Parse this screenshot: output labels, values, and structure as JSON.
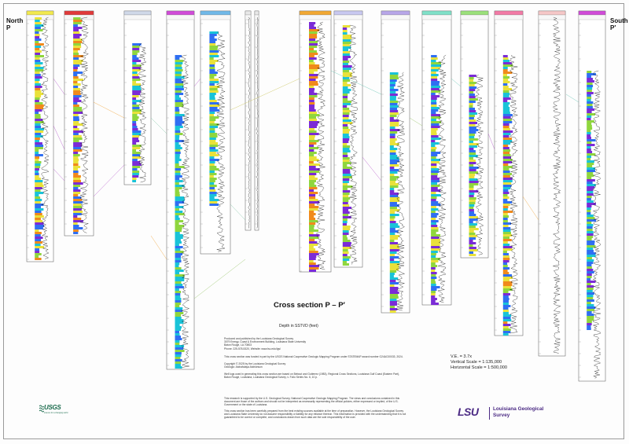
{
  "section": {
    "title": "Cross section P – P′",
    "depth_unit_note": "Depth in SSTVD (feet)",
    "north": {
      "direction": "North",
      "label": "P"
    },
    "south": {
      "direction": "South",
      "label": "P′"
    }
  },
  "credits": {
    "publisher": [
      "Produced and published by the Louisiana Geological Survey",
      "3079 Energy, Coast & Environment Building, Louisiana State University",
      "Baton Rouge, LA 70803",
      "Phone: 225-578-5320, Website: www.lsu.edu/lgs/"
    ],
    "funding": "This cross section was funded in part by the USGS National Cooperative Geologic Mapping Program under STATEMAP award number G24AC00033, 2024.",
    "copyright": [
      "Copyright © 2025 by the Louisiana Geological Survey",
      "Geologic: Atchafalaya Atchkinson"
    ],
    "well_logs": [
      "Well logs used in generating this cross section are based on Bebout and Gutierrez (1983), Regional Cross Sections, Louisiana Gulf Coast (Eastern Part),",
      "Baton Rouge, Louisiana, Louisiana Geological Survey, v. Folio Series No. 6, 10 p."
    ],
    "disclaimer_1": [
      "This research is supported by the U.S. Geological Survey, National Cooperative Geologic Mapping Program. The views and conclusions contained in this",
      "document are those of the authors and should not be interpreted as necessarily representing the official policies, either expressed or implied, of the U.S.",
      "Government or the state of Louisiana."
    ],
    "disclaimer_2": [
      "This cross section has been carefully prepared from the best existing sources available at the time of preparation. However, the Louisiana Geological Survey",
      "and Louisiana State University do not assume responsibility or liability for any reliance thereon. This information is provided with the understanding that it is not",
      "guaranteed to be correct or complete, and conclusions drawn from such data are the sole responsibility of the user."
    ]
  },
  "scale": {
    "ve": "V.E. = 3.7x",
    "vertical": "Vertical Scale = 1:135,000",
    "horizontal": "Horizontal Scale = 1:500,000"
  },
  "logos": {
    "usgs": "USGS",
    "usgs_tag": "science for a changing world",
    "lsu": "LSU",
    "lgs": "Louisiana Geological Survey"
  },
  "colors": {
    "purple": "#7b2bd6",
    "blue": "#2f6ff2",
    "cyan": "#19c3d8",
    "green": "#8fd63e",
    "yellow": "#e9e13a",
    "orange": "#f08a1c",
    "lsu_purple": "#4b2a84",
    "usgs_green": "#1a6b4c"
  }
}
